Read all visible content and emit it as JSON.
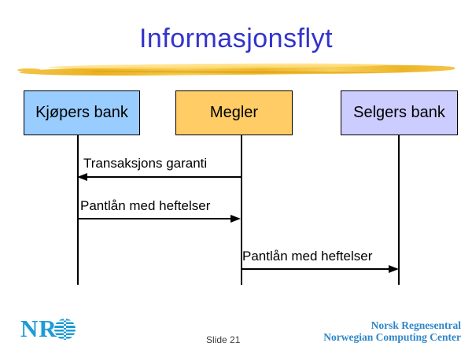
{
  "slide": {
    "title": "Informasjonsflyt",
    "slide_number": "Slide 21"
  },
  "diagram": {
    "type": "sequence-diagram",
    "actors": [
      {
        "id": "kjopers-bank",
        "label": "Kjøpers bank",
        "fill": "#99CCFF"
      },
      {
        "id": "megler",
        "label": "Megler",
        "fill": "#FFCC66"
      },
      {
        "id": "selgers-bank",
        "label": "Selgers bank",
        "fill": "#CCCCFF"
      }
    ],
    "messages": [
      {
        "label": "Transaksjons garanti",
        "from": "megler",
        "to": "kjopers-bank",
        "direction": "left"
      },
      {
        "label": "Pantlån med heftelser",
        "from": "kjopers-bank",
        "to": "megler",
        "direction": "right"
      },
      {
        "label": "Pantlån med heftelser",
        "from": "megler",
        "to": "selgers-bank",
        "direction": "right"
      }
    ]
  },
  "footer": {
    "logo_text": "NR",
    "org_line1": "Norsk Regnesentral",
    "org_line2": "Norwegian Computing Center"
  },
  "colors": {
    "title_blue": "#3333CC",
    "brush_gold": "#F0BE2E",
    "logo_blue": "#1E9CD6",
    "footer_blue": "#2E86C8",
    "actor_buyer": "#99CCFF",
    "actor_broker": "#FFCC66",
    "actor_seller": "#CCCCFF",
    "line_color": "#000000"
  }
}
